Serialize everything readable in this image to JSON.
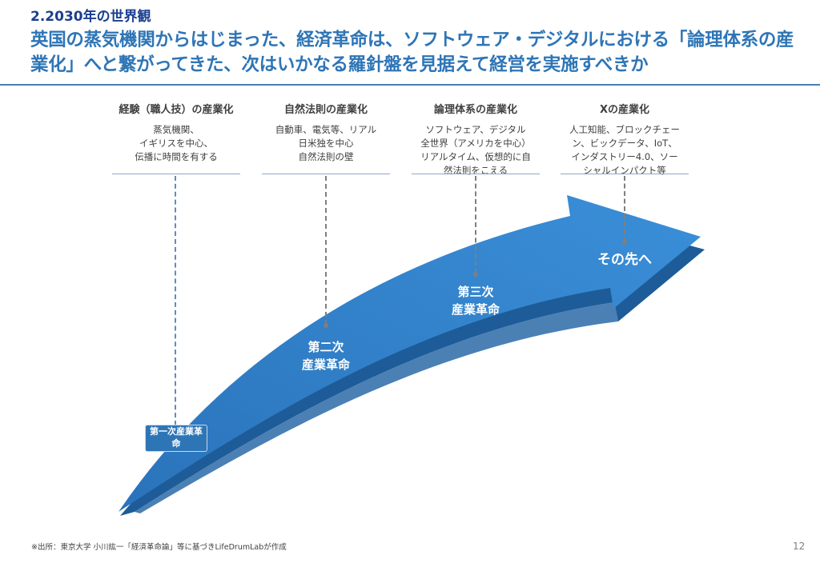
{
  "header": {
    "subtitle": "2.2030年の世界観",
    "title": "英国の蒸気機関からはじまった、経済革命は、ソフトウェア・デジタルにおける「論理体系の産業化」へと繋がってきた、次はいかなる羅針盤を見据えて経営を実施すべきか"
  },
  "columns": [
    {
      "heading": "経験（職人技）の産業化",
      "lines": [
        "蒸気機関、",
        "イギリスを中心、",
        "伝播に時間を有する"
      ]
    },
    {
      "heading": "自然法則の産業化",
      "lines": [
        "自動車、電気等、リアル",
        "日米独を中心",
        "自然法則の壁"
      ]
    },
    {
      "heading": "論理体系の産業化",
      "lines": [
        "ソフトウェア、デジタル",
        "全世界（アメリカを中心）",
        "リアルタイム、仮想的に自",
        "然法則をこえる"
      ]
    },
    {
      "heading": "Xの産業化",
      "lines": [
        "人工知能、ブロックチェー",
        "ン、ビックデータ、IoT、",
        "インダストリー4.0、ソー",
        "シャルインパクト等"
      ]
    }
  ],
  "stages": {
    "first": "第一次産業革命",
    "second": [
      "第二次",
      "産業革命"
    ],
    "third": [
      "第三次",
      "産業革命"
    ],
    "fourth": "その先へ"
  },
  "colors": {
    "arrow_top": "#2f82cc",
    "arrow_side": "#1f5f9e",
    "title": "#2e75b6"
  },
  "footer": {
    "source": "※出所：東京大学 小川紘一「経済革命論」等に基づきLifeDrumLabが作成",
    "page": "12"
  }
}
